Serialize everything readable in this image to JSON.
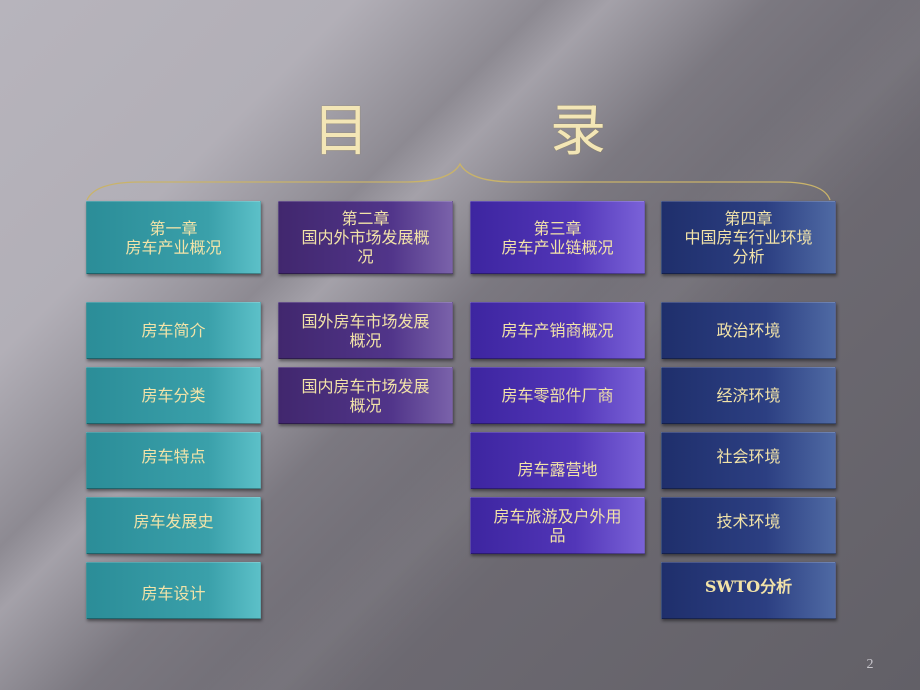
{
  "slide": {
    "title_left": "目",
    "title_right": "录",
    "page_number": "2",
    "colors": {
      "title_gold": "#f3e6b6",
      "text_gold": "#f2e3a8",
      "col1_teal": "#3aa0aa",
      "col2_purple": "#51358a",
      "col3_violet": "#5236b8",
      "col4_navy": "#2c3f82"
    }
  },
  "chapters": [
    {
      "header": "第一章\n房车产业概况",
      "items": [
        "房车简介",
        "房车分类",
        "房车特点",
        "房车发展史",
        "房车设计"
      ]
    },
    {
      "header": "第二章\n国内外市场发展概\n况",
      "items": [
        "国外房车市场发展\n概况",
        "国内房车市场发展\n概况"
      ]
    },
    {
      "header": "第三章\n房车产业链概况",
      "items": [
        "房车产销商概况",
        "房车零部件厂商",
        "房车露营地",
        "房车旅游及户外用\n品"
      ]
    },
    {
      "header": "第四章\n中国房车行业环境\n分析",
      "items": [
        "政治环境",
        "经济环境",
        "社会环境",
        "技术环境",
        "SWTO分析"
      ]
    }
  ]
}
